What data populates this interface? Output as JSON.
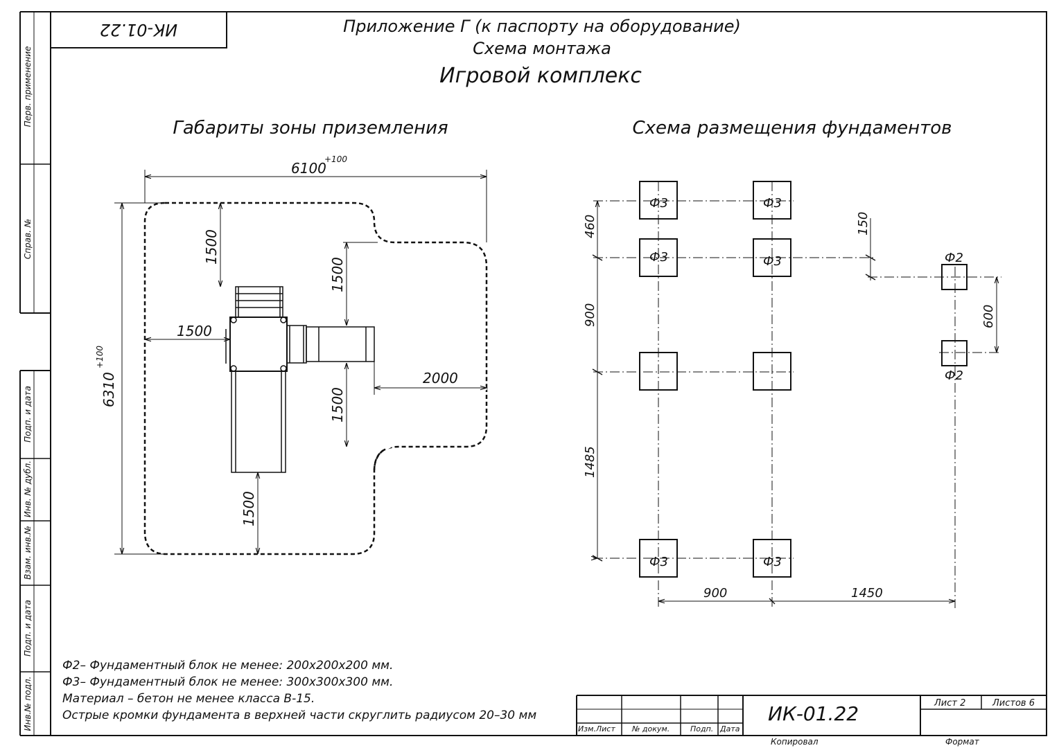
{
  "header": {
    "code_stamp": "ИК-01.22",
    "line1": "Приложение Г (к паспорту на оборудование)",
    "line2": "Схема монтажа",
    "line3": "Игровой комплекс"
  },
  "side_stamp": {
    "perv_primenenie": "Перв. применение",
    "sprav_no": "Справ. №",
    "podp_data_1": "Подп. и дата",
    "inv_dubl": "Инв. № дубл.",
    "vzam_inv": "Взам. инв.№",
    "podp_data_2": "Подп. и дата",
    "inv_podl": "Инв.№ подл."
  },
  "left_drawing": {
    "title": "Габариты зоны приземления",
    "dim_width": "6100",
    "dim_width_tol": "+100",
    "dim_height": "6310",
    "dim_height_tol": "+100",
    "dim_top": "1500",
    "dim_left": "1500",
    "dim_upper_right": "1500",
    "dim_lower_right": "1500",
    "dim_bottom": "1500",
    "dim_right": "2000"
  },
  "right_drawing": {
    "title": "Схема размещения фундаментов",
    "dim_460": "460",
    "dim_900_v": "900",
    "dim_1485": "1485",
    "dim_150": "150",
    "dim_600": "600",
    "dim_900_h": "900",
    "dim_1450": "1450",
    "f3_label": "Ф3",
    "f2_label": "Ф2"
  },
  "notes": [
    "Ф2– Фундаментный блок не менее: 200х200х200 мм.",
    "Ф3– Фундаментный блок не менее: 300х300х300 мм.",
    "Материал – бетон не менее класса В-15.",
    "Острые кромки фундамента в верхней части скруглить радиусом 20–30 мм"
  ],
  "title_block": {
    "code": "ИК-01.22",
    "sheet": "Лист 2",
    "sheets": "Листов 6",
    "izm_list": "Изм.Лист",
    "doc_no": "№ докум.",
    "podp": "Подп.",
    "data": "Дата",
    "kopiroval": "Копировал",
    "format": "Формат"
  }
}
